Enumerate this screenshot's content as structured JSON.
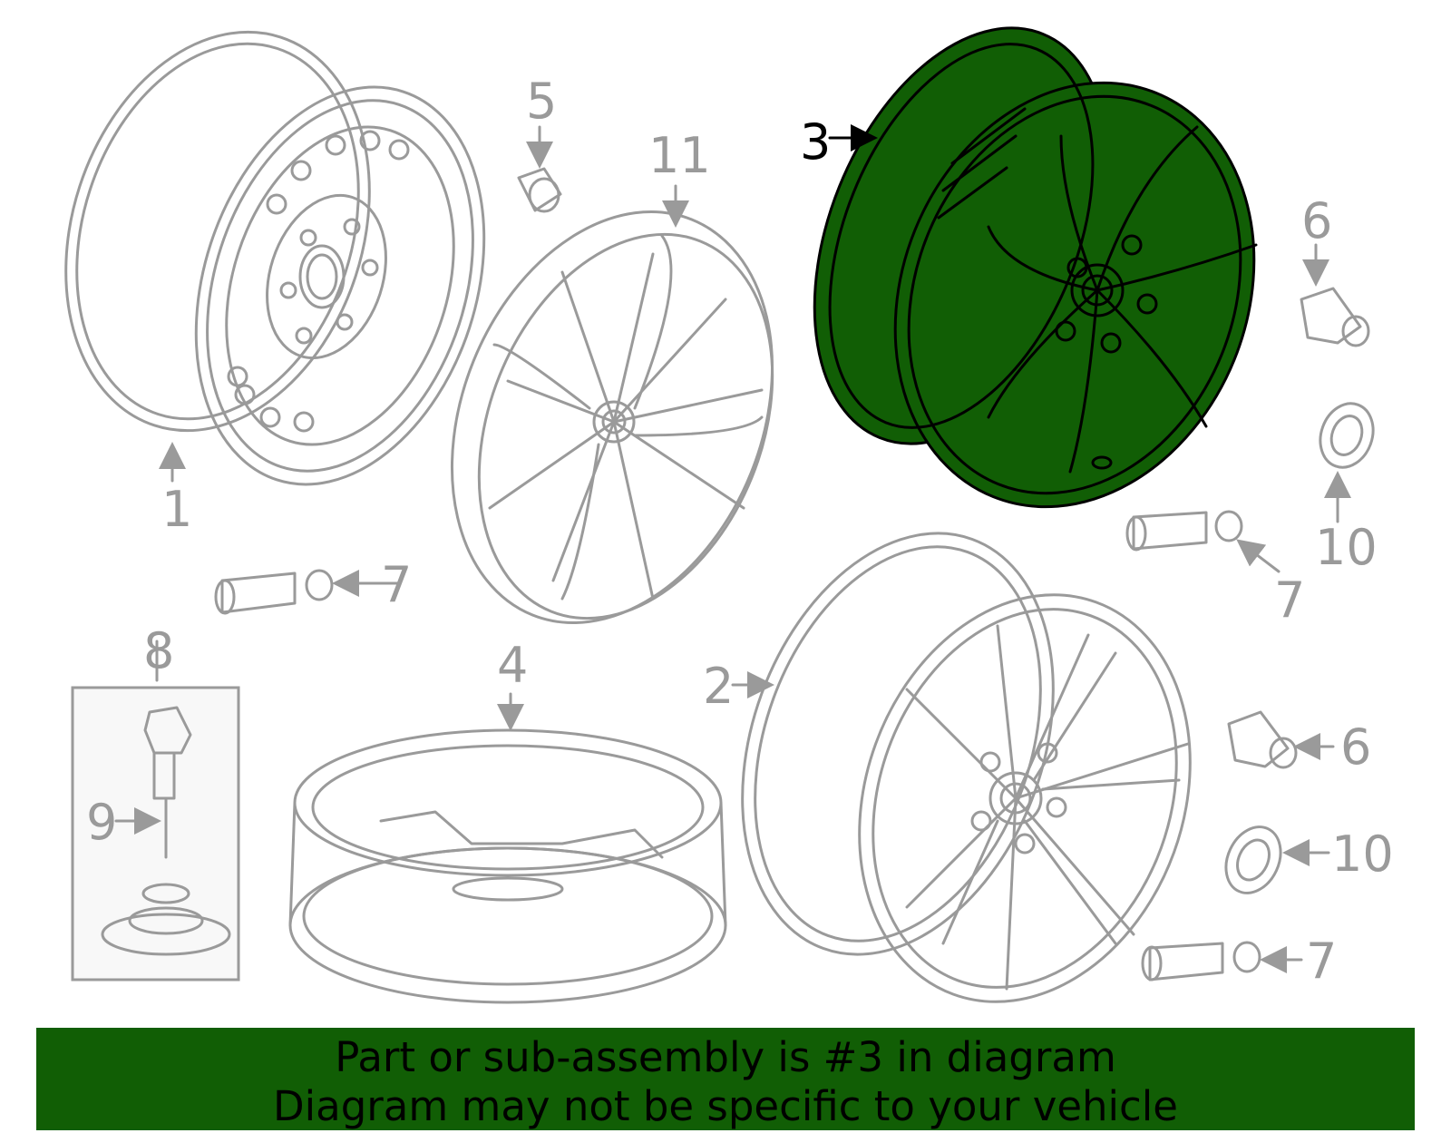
{
  "colors": {
    "highlight": "#115e05",
    "line": "#9a9a9a",
    "callout_active": "#000000"
  },
  "callouts": {
    "c1": "1",
    "c2": "2",
    "c3": "3",
    "c4": "4",
    "c5": "5",
    "c6a": "6",
    "c6b": "6",
    "c7a": "7",
    "c7b": "7",
    "c7c": "7",
    "c8": "8",
    "c9": "9",
    "c10a": "10",
    "c10b": "10",
    "c11": "11"
  },
  "highlighted_part": "3",
  "banner": {
    "line1": "Part or sub-assembly is #3 in diagram",
    "line2": "Diagram may not be specific to your vehicle"
  }
}
